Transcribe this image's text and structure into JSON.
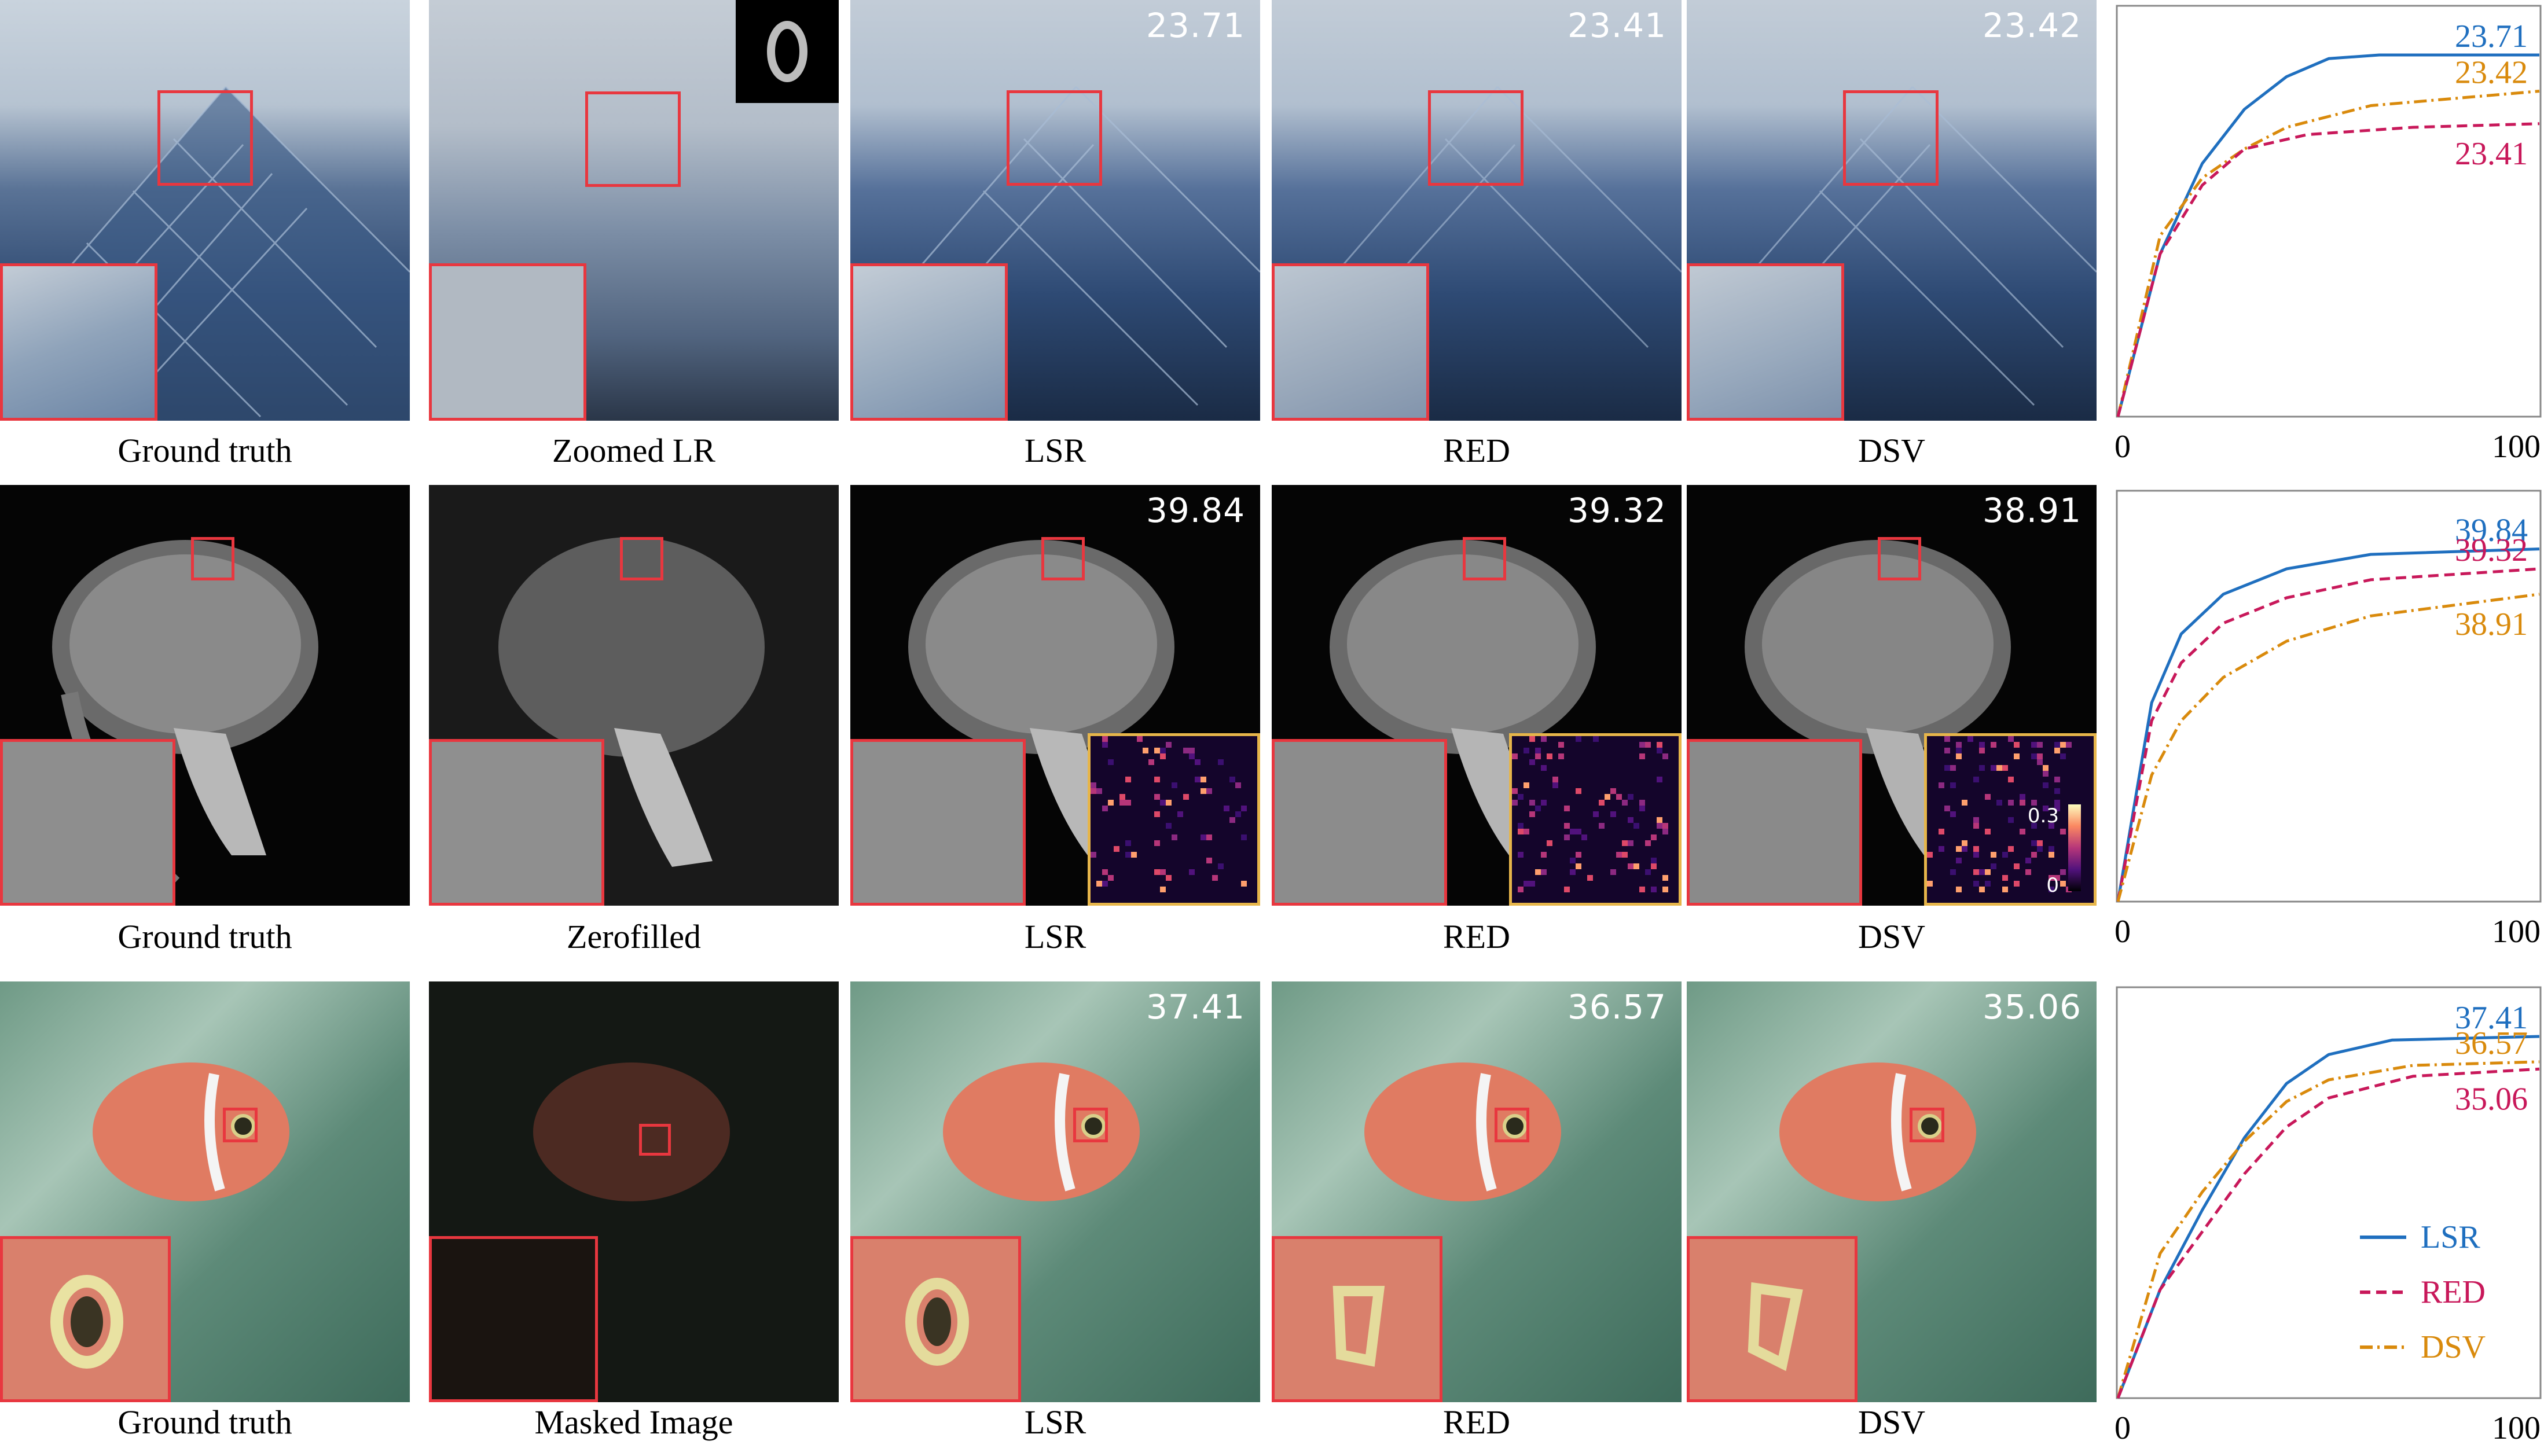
{
  "rows": [
    {
      "captions": [
        "Ground truth",
        "Zoomed LR",
        "LSR",
        "RED",
        "DSV"
      ],
      "psnr": [
        "23.71",
        "23.41",
        "23.42"
      ],
      "chart": {
        "finals": [
          {
            "name": "LSR",
            "label": "23.71"
          },
          {
            "name": "DSV",
            "label": "23.42"
          },
          {
            "name": "RED",
            "label": "23.41"
          }
        ],
        "x_ticks": [
          "0",
          "100"
        ]
      }
    },
    {
      "captions": [
        "Ground truth",
        "Zerofilled",
        "LSR",
        "RED",
        "DSV"
      ],
      "psnr": [
        "39.84",
        "39.32",
        "38.91"
      ],
      "colorbar": {
        "max": "0.3",
        "min": "0"
      },
      "chart": {
        "finals": [
          {
            "name": "LSR",
            "label": "39.84"
          },
          {
            "name": "RED",
            "label": "39.32"
          },
          {
            "name": "DSV",
            "label": "38.91"
          }
        ],
        "x_ticks": [
          "0",
          "100"
        ]
      }
    },
    {
      "captions": [
        "Ground truth",
        "Masked Image",
        "LSR",
        "RED",
        "DSV"
      ],
      "psnr": [
        "37.41",
        "36.57",
        "35.06"
      ],
      "chart": {
        "finals": [
          {
            "name": "LSR",
            "label": "37.41"
          },
          {
            "name": "DSV",
            "label": "36.57"
          },
          {
            "name": "RED",
            "label": "35.06"
          }
        ],
        "x_ticks": [
          "0",
          "100"
        ]
      }
    }
  ],
  "legend": [
    {
      "name": "LSR",
      "color": "#1f6fbf",
      "style": "solid"
    },
    {
      "name": "RED",
      "color": "#c8185a",
      "style": "dashed"
    },
    {
      "name": "DSV",
      "color": "#d98a0c",
      "style": "dashdot"
    }
  ],
  "chart_data": [
    {
      "type": "line",
      "x_range": [
        0,
        100
      ],
      "x_ticks": [
        "0",
        "100"
      ],
      "series": [
        {
          "name": "LSR",
          "final": 23.71,
          "values": [
            [
              0,
              0.0
            ],
            [
              10,
              0.45
            ],
            [
              20,
              0.7
            ],
            [
              30,
              0.85
            ],
            [
              40,
              0.94
            ],
            [
              50,
              0.99
            ],
            [
              62,
              1.0
            ],
            [
              100,
              1.0
            ]
          ]
        },
        {
          "name": "DSV",
          "final": 23.42,
          "values": [
            [
              0,
              0.0
            ],
            [
              10,
              0.5
            ],
            [
              20,
              0.66
            ],
            [
              30,
              0.74
            ],
            [
              40,
              0.8
            ],
            [
              60,
              0.86
            ],
            [
              100,
              0.9
            ]
          ]
        },
        {
          "name": "RED",
          "final": 23.41,
          "values": [
            [
              0,
              0.0
            ],
            [
              10,
              0.45
            ],
            [
              20,
              0.64
            ],
            [
              30,
              0.74
            ],
            [
              45,
              0.78
            ],
            [
              70,
              0.8
            ],
            [
              100,
              0.81
            ]
          ]
        }
      ]
    },
    {
      "type": "line",
      "x_range": [
        0,
        100
      ],
      "x_ticks": [
        "0",
        "100"
      ],
      "series": [
        {
          "name": "LSR",
          "final": 39.84,
          "values": [
            [
              0,
              0.0
            ],
            [
              8,
              0.55
            ],
            [
              15,
              0.74
            ],
            [
              25,
              0.85
            ],
            [
              40,
              0.92
            ],
            [
              60,
              0.96
            ],
            [
              100,
              0.975
            ]
          ]
        },
        {
          "name": "RED",
          "final": 39.32,
          "values": [
            [
              0,
              0.0
            ],
            [
              8,
              0.5
            ],
            [
              15,
              0.66
            ],
            [
              25,
              0.77
            ],
            [
              40,
              0.84
            ],
            [
              60,
              0.89
            ],
            [
              100,
              0.92
            ]
          ]
        },
        {
          "name": "DSV",
          "final": 38.91,
          "values": [
            [
              0,
              0.0
            ],
            [
              8,
              0.35
            ],
            [
              15,
              0.5
            ],
            [
              25,
              0.62
            ],
            [
              40,
              0.72
            ],
            [
              60,
              0.79
            ],
            [
              100,
              0.85
            ]
          ]
        }
      ]
    },
    {
      "type": "line",
      "x_range": [
        0,
        100
      ],
      "x_ticks": [
        "0",
        "100"
      ],
      "series": [
        {
          "name": "LSR",
          "final": 37.41,
          "values": [
            [
              0,
              0.0
            ],
            [
              10,
              0.3
            ],
            [
              20,
              0.52
            ],
            [
              30,
              0.72
            ],
            [
              40,
              0.87
            ],
            [
              50,
              0.95
            ],
            [
              65,
              0.99
            ],
            [
              100,
              1.0
            ]
          ]
        },
        {
          "name": "DSV",
          "final": 36.57,
          "values": [
            [
              0,
              0.0
            ],
            [
              10,
              0.4
            ],
            [
              20,
              0.57
            ],
            [
              30,
              0.71
            ],
            [
              40,
              0.82
            ],
            [
              50,
              0.88
            ],
            [
              70,
              0.92
            ],
            [
              100,
              0.93
            ]
          ]
        },
        {
          "name": "RED",
          "final": 35.06,
          "values": [
            [
              0,
              0.0
            ],
            [
              10,
              0.3
            ],
            [
              20,
              0.46
            ],
            [
              30,
              0.62
            ],
            [
              40,
              0.75
            ],
            [
              50,
              0.83
            ],
            [
              70,
              0.89
            ],
            [
              100,
              0.91
            ]
          ]
        }
      ]
    }
  ]
}
